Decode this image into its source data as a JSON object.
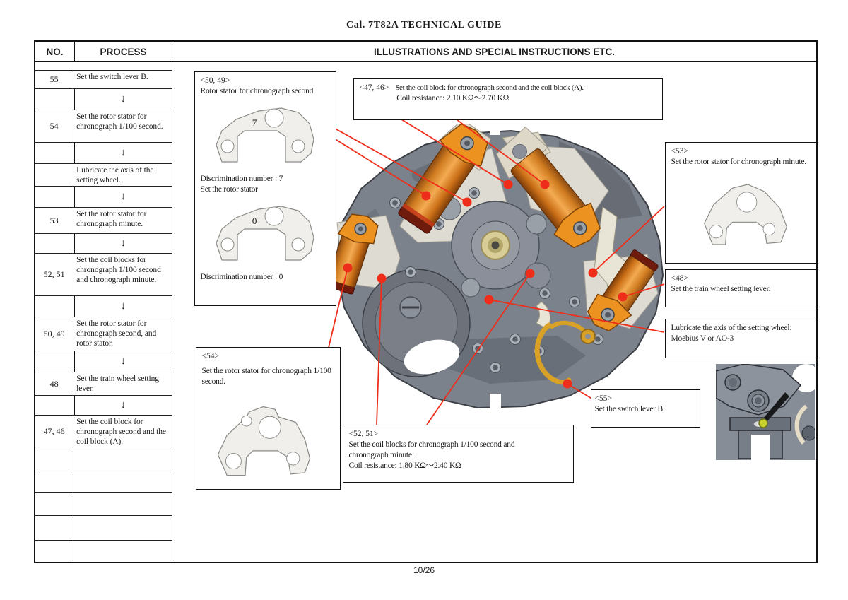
{
  "page": {
    "title": "Cal. 7T82A TECHNICAL GUIDE",
    "page_number": "10/26"
  },
  "table": {
    "headers": {
      "no": "NO.",
      "process": "PROCESS",
      "illustrations": "ILLUSTRATIONS AND SPECIAL INSTRUCTIONS ETC."
    },
    "rows": [
      {
        "no": "",
        "text": ""
      },
      {
        "no": "55",
        "text": "Set the switch lever B."
      },
      {
        "no": "",
        "text": "↓"
      },
      {
        "no": "54",
        "text": "Set the rotor stator for chronograph 1/100 second."
      },
      {
        "no": "",
        "text": "↓"
      },
      {
        "no": "",
        "text": "Lubricate the axis of the setting wheel."
      },
      {
        "no": "",
        "text": "↓"
      },
      {
        "no": "53",
        "text": "Set the rotor stator for chronograph minute."
      },
      {
        "no": "",
        "text": "↓"
      },
      {
        "no": "52, 51",
        "text": "Set the coil blocks for chronograph 1/100 second and chronograph minute."
      },
      {
        "no": "",
        "text": "↓"
      },
      {
        "no": "50, 49",
        "text": "Set the rotor stator for chronograph second, and rotor stator."
      },
      {
        "no": "",
        "text": "↓"
      },
      {
        "no": "48",
        "text": "Set the train wheel setting lever."
      },
      {
        "no": "",
        "text": "↓"
      },
      {
        "no": "47, 46",
        "text": "Set the coil block for chronograph second and the coil block (A)."
      },
      {
        "no": "",
        "text": ""
      },
      {
        "no": "",
        "text": ""
      },
      {
        "no": "",
        "text": ""
      },
      {
        "no": "",
        "text": ""
      },
      {
        "no": "",
        "text": ""
      }
    ]
  },
  "callouts": {
    "c50_49": {
      "tag": "<50, 49>",
      "title": "Rotor stator for chronograph second",
      "num_top": "7",
      "disc_top": "Discrimination number :  7",
      "mid": "Set the rotor stator",
      "num_bottom": "0",
      "disc_bottom": "Discrimination number : 0"
    },
    "c47_46": {
      "tag": "<47, 46>",
      "text": "Set the coil block for chronograph second and the coil block (A).",
      "resistance": "Coil resistance: 2.10 KΩ～2.70 KΩ"
    },
    "c53": {
      "tag": "<53>",
      "text": "Set the rotor stator for chronograph minute."
    },
    "c48": {
      "tag": "<48>",
      "text": "Set the train wheel setting lever."
    },
    "lubricate": {
      "text": "Lubricate the axis of the setting wheel: Moebius V or AO-3"
    },
    "c55": {
      "tag": "<55>",
      "text": "Set the switch lever B."
    },
    "c52_51": {
      "tag": "<52, 51>",
      "line1": "Set the coil blocks for chronograph 1/100 second and",
      "line2": "chronograph minute.",
      "resistance": "Coil resistance: 1.80 KΩ～2.40 KΩ"
    },
    "c54": {
      "tag": "<54>",
      "text": "Set the rotor stator for chronograph 1/100 second."
    }
  },
  "colors": {
    "accent_red": "#ee2e1b",
    "copper": "#c97318",
    "bracket_orange": "#ec9220",
    "plate_gray": "#7c828c",
    "panel_light": "#dedbd3",
    "hub_gold": "#d8cd97",
    "lever_yellow": "#d9a226",
    "lube_dot": "#c9d12f"
  }
}
